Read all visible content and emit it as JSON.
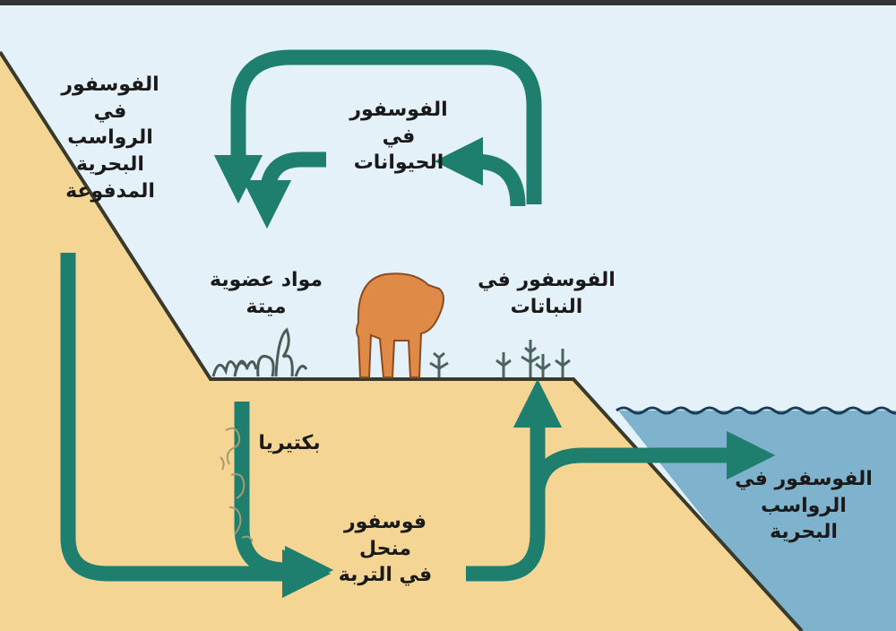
{
  "colors": {
    "sky": "#e4f1f8",
    "soil": "#f5d594",
    "sea": "#7fb2cc",
    "arrow": "#1f7f6e",
    "animal": "#df8a47",
    "outline": "#333333"
  },
  "labels": {
    "uplifted_sediment": "الفوسفور في\nالرواسب البحرية\nالمدفوعة",
    "animals": "الفوسفور في\nالحيوانات",
    "plants": "الفوسفور في النباتات",
    "dead_organic": "مواد عضوية ميتة",
    "bacteria": "بكتيريا",
    "soil_dissolved": "فوسفور منحل\nفي التربة",
    "marine_sediment": "الفوسفور في\nالرواسب البحرية"
  },
  "icons": {
    "animal": "animal-silhouette-icon",
    "plants": "plant-icon",
    "bacteria": "bacteria-icon",
    "water": "water-wave-icon"
  }
}
